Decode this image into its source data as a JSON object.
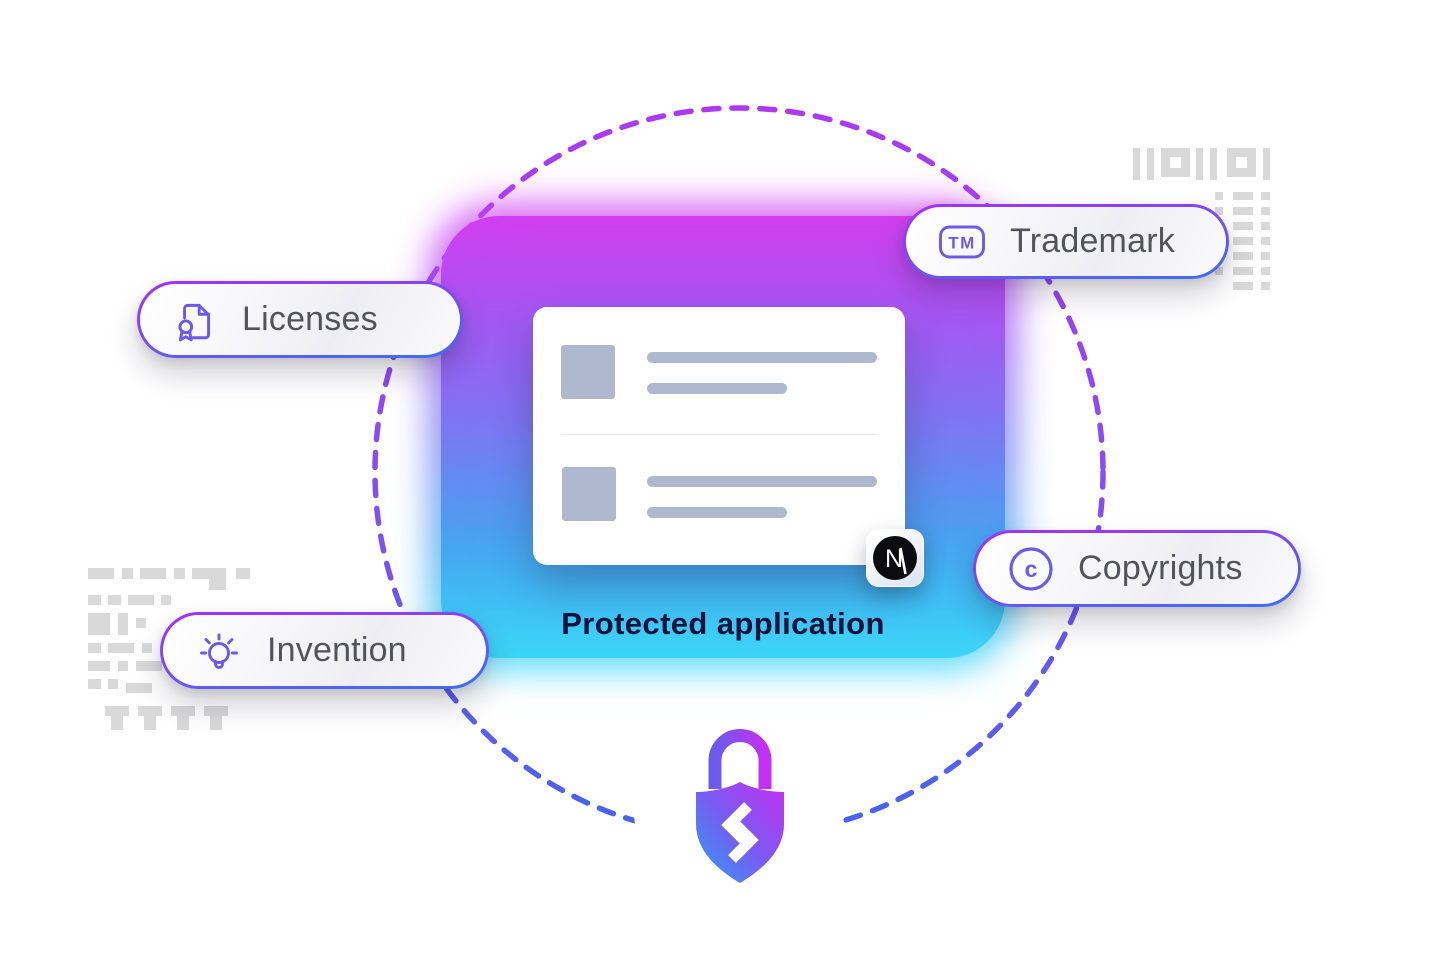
{
  "illustration": {
    "caption": "Protected application",
    "pills": [
      {
        "label": "Licenses",
        "icon": "certificate-icon"
      },
      {
        "label": "Trademark",
        "icon": "trademark-icon",
        "icon_text": "TM"
      },
      {
        "label": "Invention",
        "icon": "lightbulb-icon"
      },
      {
        "label": "Copyrights",
        "icon": "copyright-icon",
        "icon_text": "c"
      }
    ],
    "card_badge": {
      "name": "nextjs-logo",
      "letter": "N"
    },
    "colors": {
      "pill_text": "#53535B",
      "icon_purple": "#6D5AEA",
      "pill_border_top": "#A630EF",
      "pill_border_bottom": "#3A6FF2",
      "panel_gradient_top": "#D63BEF",
      "panel_gradient_mid": "#7F74F2",
      "panel_gradient_bottom": "#3BD6F7",
      "orbit_top": "#AC39F3",
      "orbit_bottom": "#4565EE",
      "caption_navy": "#10123B",
      "placeholder_gray": "#AEB9CF",
      "pattern_gray": "#D9D9D9",
      "badge_circle": "#0B0B10"
    }
  }
}
